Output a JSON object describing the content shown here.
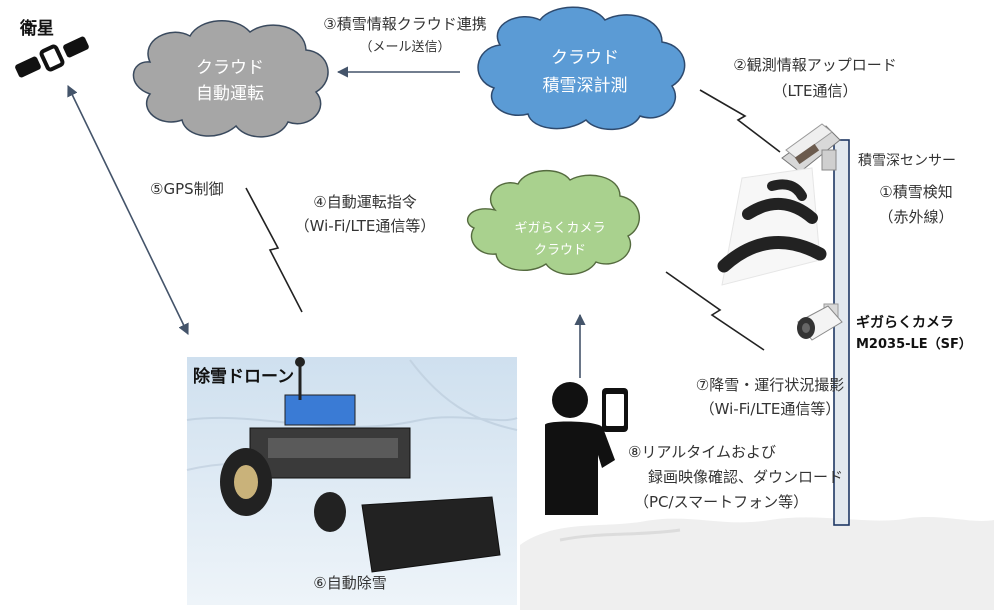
{
  "satellite": {
    "label": "衛星"
  },
  "clouds": {
    "auto_drive": {
      "line1": "クラウド",
      "line2": "自動運転",
      "color": "#a9a9a9"
    },
    "snow_depth": {
      "line1": "クラウド",
      "line2": "積雪深計測",
      "color": "#5b9bd5"
    },
    "camera": {
      "line1": "ギガらくカメラ",
      "line2": "クラウド",
      "color": "#a9d18e"
    }
  },
  "links": {
    "step1": {
      "line1": "①積雪検知",
      "line2": "（赤外線）"
    },
    "step2": {
      "line1": "②観測情報アップロード",
      "line2": "（LTE通信）"
    },
    "step3": {
      "line1": "③積雪情報クラウド連携",
      "line2": "（メール送信）"
    },
    "step4": {
      "line1": "④自動運転指令",
      "line2": "（Wi-Fi/LTE通信等）"
    },
    "step5": {
      "line1": "⑤GPS制御"
    },
    "step6": {
      "line1": "⑥自動除雪"
    },
    "step7": {
      "line1": "⑦降雪・運行状況撮影",
      "line2": "（Wi-Fi/LTE通信等）"
    },
    "step8": {
      "line1": "⑧リアルタイムおよび",
      "line2": "録画映像確認、ダウンロード",
      "line3": "（PC/スマートフォン等）"
    }
  },
  "devices": {
    "sensor": {
      "label": "積雪深センサー"
    },
    "camera": {
      "line1": "ギガらくカメラ",
      "line2": "M2035-LE（SF）"
    },
    "drone": {
      "label": "除雪ドローン"
    }
  },
  "colors": {
    "arrow": "#44546a",
    "snow": "#f2f2f2",
    "pole": "#dfe6ec",
    "pole_outline": "#1f3864"
  }
}
